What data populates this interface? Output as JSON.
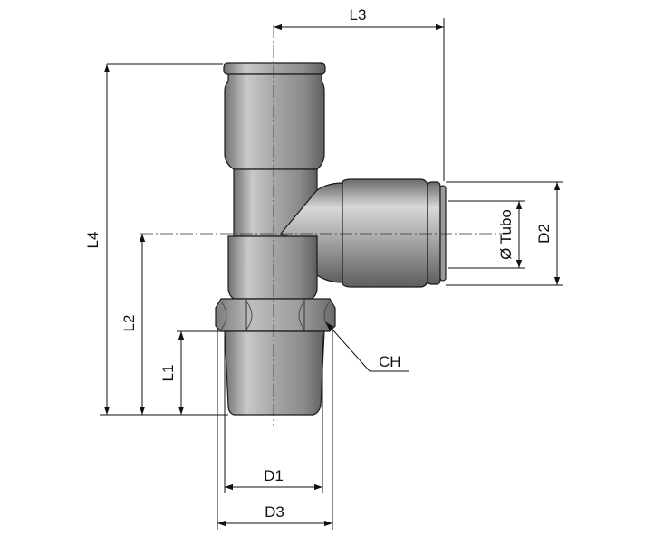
{
  "drawing": {
    "title": "",
    "labels": {
      "l3": "L3",
      "l4": "L4",
      "l2": "L2",
      "l1": "L1",
      "d1": "D1",
      "d3": "D3",
      "d2": "D2",
      "tube": "Ø Tubo",
      "ch": "CH"
    },
    "colors": {
      "metal_light": "#e6e6e6",
      "metal_mid": "#a8a8a8",
      "metal_dark": "#6e6e6e",
      "line": "#111111"
    }
  }
}
